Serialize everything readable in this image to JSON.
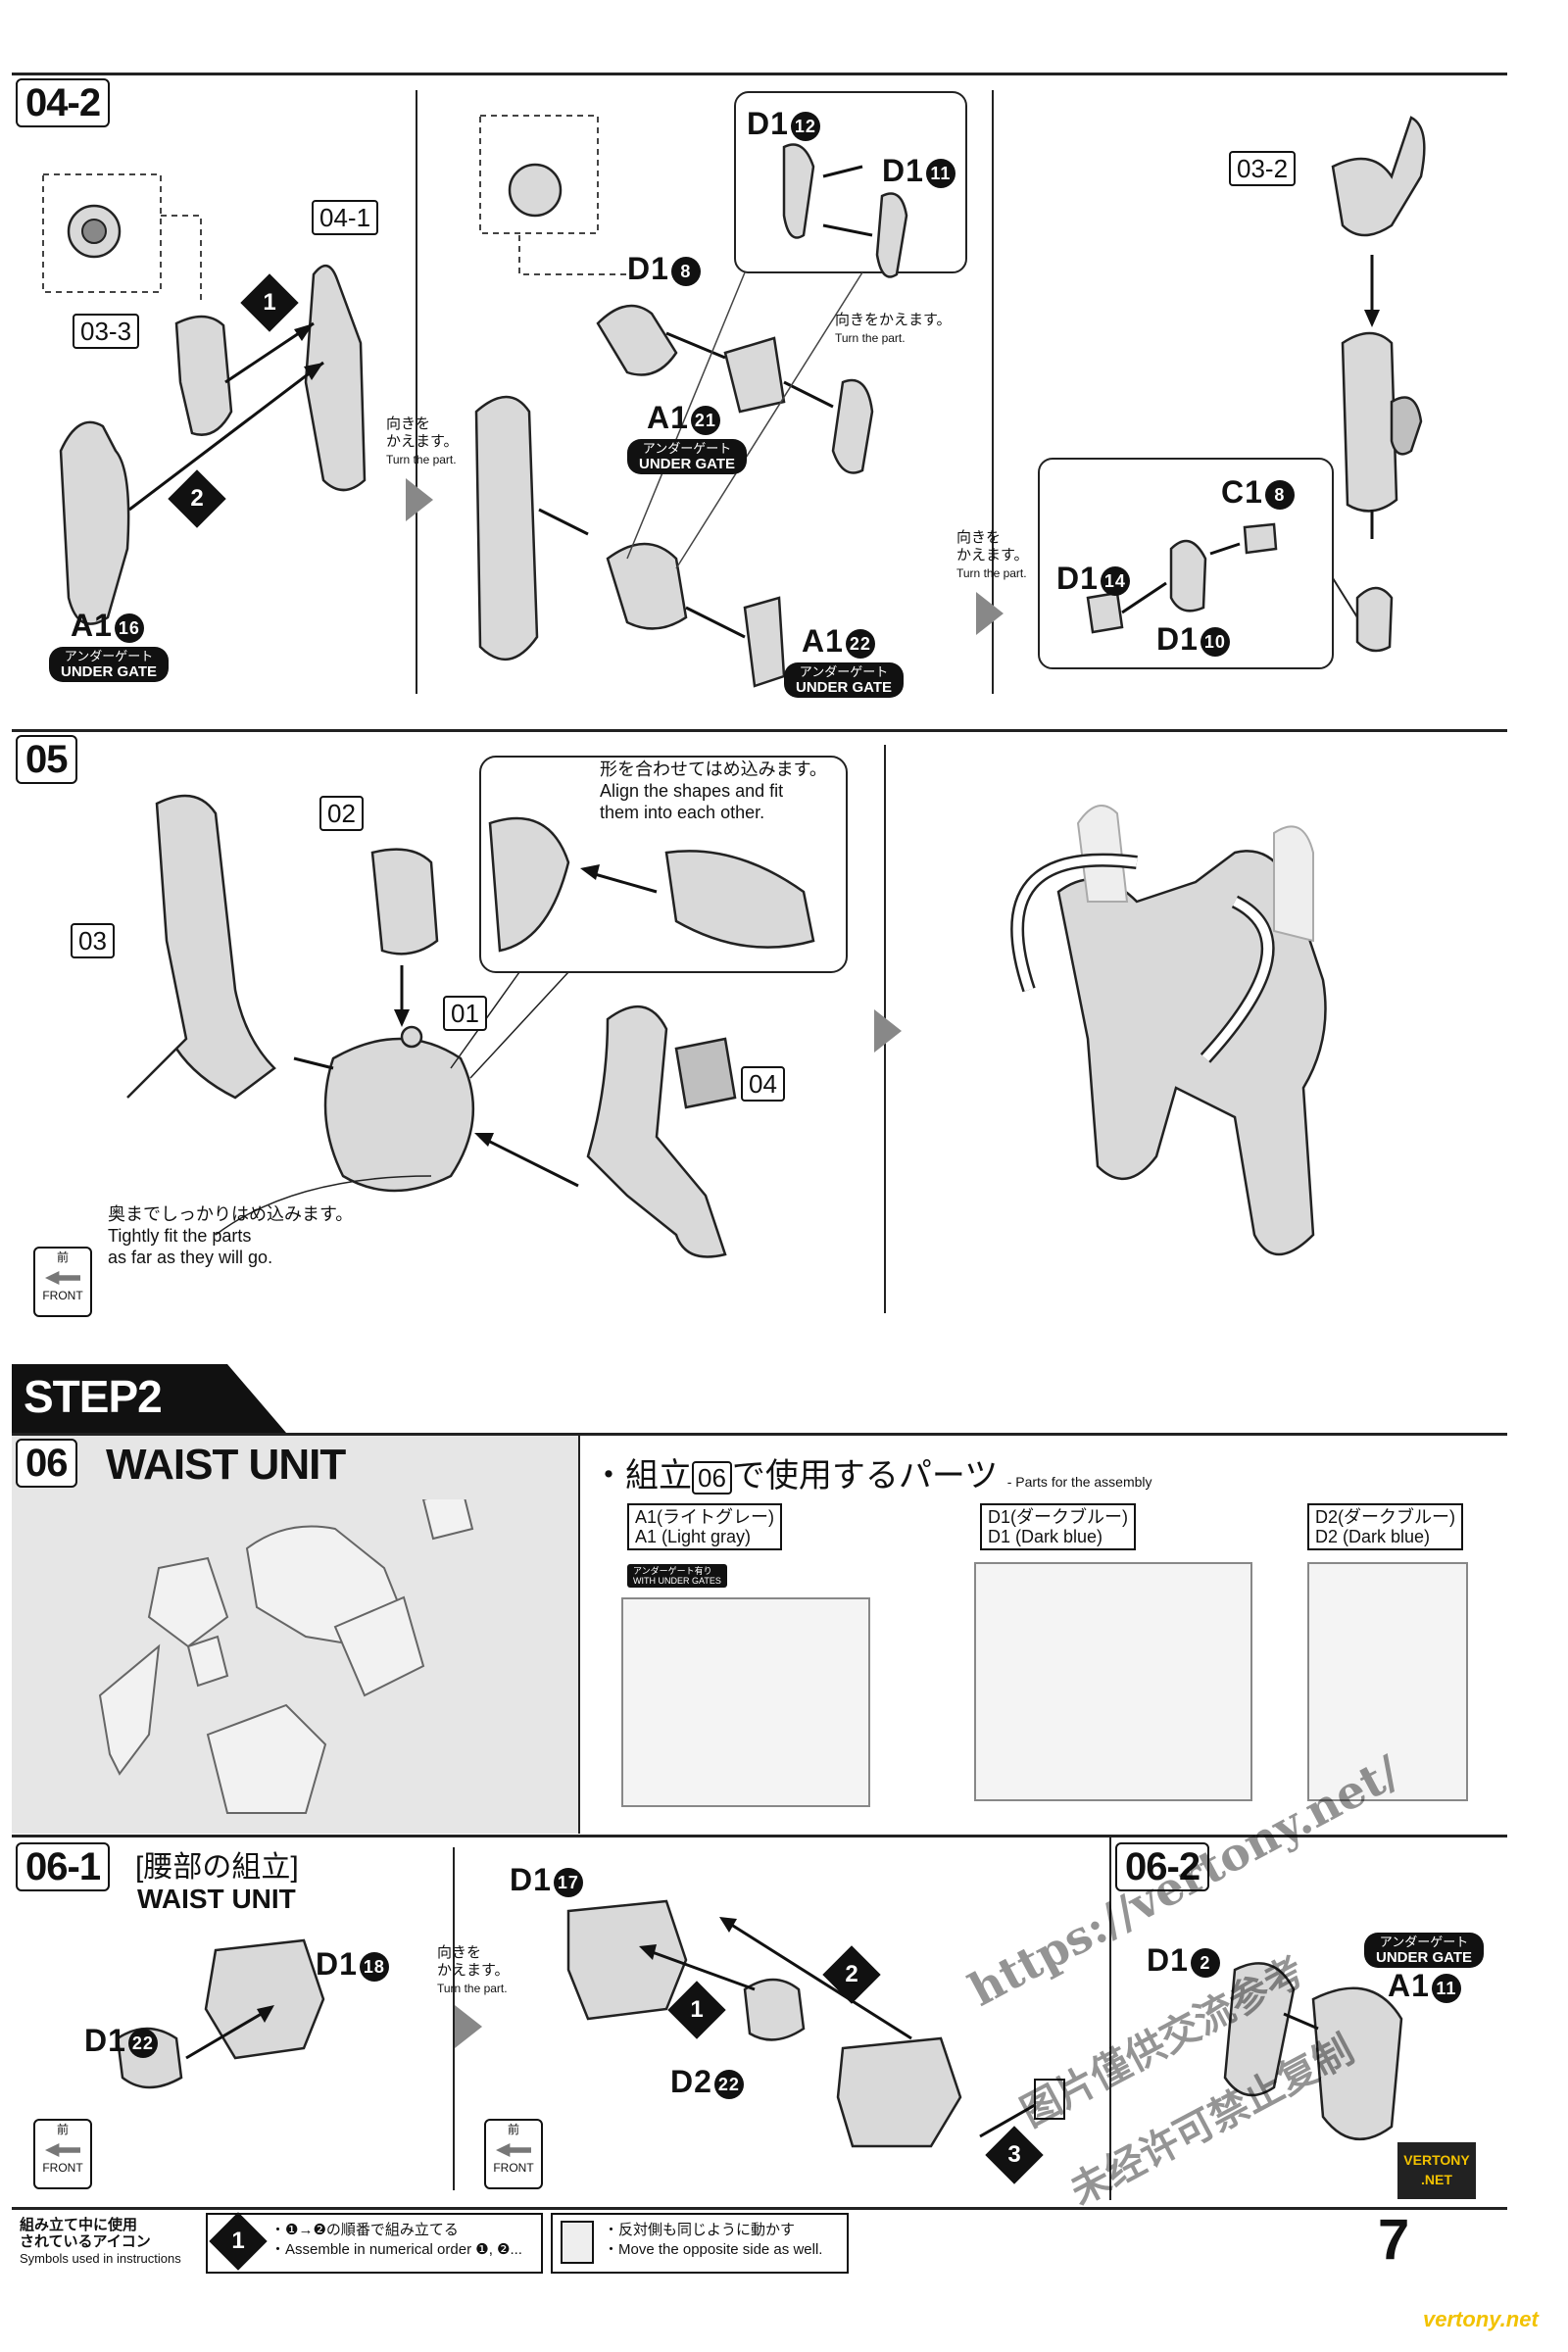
{
  "section_0402": {
    "tag": "04-2",
    "labels": {
      "l041": "04-1",
      "l033": "03-3",
      "l032": "03-2"
    },
    "parts": {
      "a116": "A1",
      "a116_n": "16",
      "d18": "D1",
      "d18_n": "8",
      "a121": "A1",
      "a121_n": "21",
      "a122": "A1",
      "a122_n": "22",
      "d112": "D1",
      "d112_n": "12",
      "d111": "D1",
      "d111_n": "11",
      "c18": "C1",
      "c18_n": "8",
      "d114": "D1",
      "d114_n": "14",
      "d110": "D1",
      "d110_n": "10"
    },
    "gate_jp": "アンダーゲート",
    "gate_en": "UNDER GATE",
    "turn_jp_1": "向きを",
    "turn_jp_2": "かえます。",
    "turn_en": "Turn the part.",
    "turn_inline_jp": "向きをかえます。",
    "step_nums": [
      "1",
      "2"
    ]
  },
  "section_05": {
    "tag": "05",
    "labels": {
      "l02": "02",
      "l03": "03",
      "l01": "01",
      "l04": "04"
    },
    "callout_jp": "形を合わせてはめ込みます。",
    "callout_en_1": "Align the shapes and fit",
    "callout_en_2": "them into each other.",
    "note_jp": "奥までしっかりはめ込みます。",
    "note_en_1": "Tightly fit the parts",
    "note_en_2": "as far as they will go.",
    "front_jp": "前",
    "front_en": "FRONT"
  },
  "step2": {
    "title": "STEP2",
    "tag": "06",
    "unit_title": "WAIST UNIT",
    "parts_heading_jp_1": "・組立",
    "parts_heading_tag": "06",
    "parts_heading_jp_2": "で使用するパーツ",
    "parts_heading_en": "- Parts for the assembly",
    "runners": [
      {
        "jp": "A1(ライトグレー)",
        "en": "A1 (Light gray)"
      },
      {
        "jp": "D1(ダークブルー)",
        "en": "D1 (Dark blue)"
      },
      {
        "jp": "D2(ダークブルー)",
        "en": "D2 (Dark blue)"
      }
    ],
    "gate_badge_jp": "アンダーゲート有り",
    "gate_badge_en": "WITH UNDER GATES"
  },
  "section_0601": {
    "tag": "06-1",
    "title_jp": "[腰部の組立]",
    "title_en": "WAIST UNIT",
    "parts": {
      "d118": "D1",
      "d118_n": "18",
      "d122": "D1",
      "d122_n": "22",
      "d117": "D1",
      "d117_n": "17",
      "d222": "D2",
      "d222_n": "22"
    },
    "step_nums": [
      "1",
      "2",
      "3"
    ]
  },
  "section_0602": {
    "tag": "06-2",
    "parts": {
      "d12": "D1",
      "d12_n": "2",
      "a111": "A1",
      "a111_n": "11"
    }
  },
  "footer": {
    "icons_jp_1": "組み立て中に使用",
    "icons_jp_2": "されているアイコン",
    "icons_en": "Symbols used in instructions",
    "order_jp": "・❶→❷の順番で組み立てる",
    "order_en": "・Assemble in numerical order ❶, ❷...",
    "opposite_jp": "・反対側も同じように動かす",
    "opposite_en": "・Move the opposite side as well.",
    "page_number": "7",
    "site": "vertony.net",
    "stamp_1": "VERTONY",
    "stamp_2": ".NET"
  },
  "watermark": {
    "url": "https://vertony.net/",
    "cn_1": "图片僅供交流参考",
    "cn_2": "未经许可禁止复制"
  }
}
